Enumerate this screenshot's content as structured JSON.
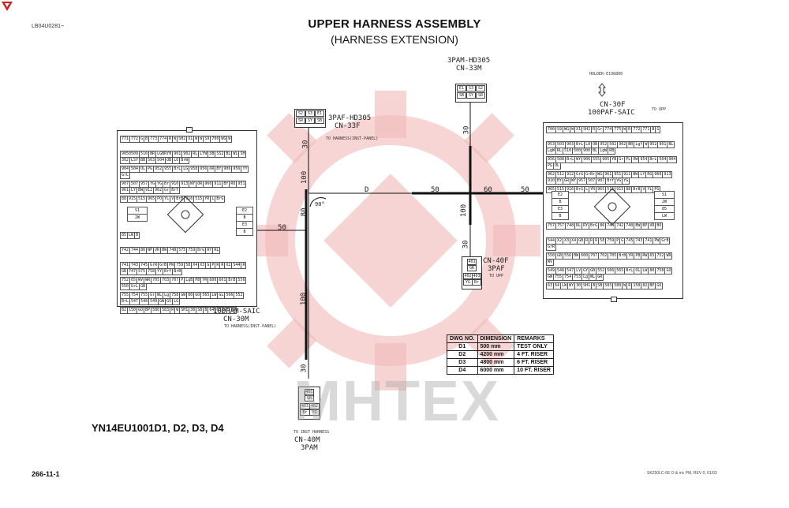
{
  "header": {
    "code": "LB04U0281~",
    "title": "UPPER HARNESS ASSEMBLY",
    "subtitle": "(HARNESS EXTENSION)"
  },
  "connectors": {
    "cn33m": {
      "name": "3PAM-HD305",
      "code": "CN-33M",
      "pins": [
        "E1",
        "S3",
        "S2",
        "SB",
        "SY",
        "SR"
      ]
    },
    "cn33f": {
      "name": "3PAF-HD305",
      "code": "CN-33F",
      "pins": [
        "S2",
        "S3",
        "E1",
        "SR",
        "SY",
        "SB"
      ],
      "note": "TO HARNESS(INST-PANEL)"
    },
    "cn30m": {
      "name": "100PAM-SAIC",
      "code": "CN-30M",
      "note": "TO HARNESS(INST-PANEL)"
    },
    "cn30f": {
      "holder": "HOLDER-E196800",
      "code": "CN-30F",
      "name": "100PAF-SAIC",
      "note": "TO UPP"
    },
    "cn40f": {
      "code": "CN-40F",
      "name": "3PAF",
      "note": "TO UPP",
      "pins": [
        "401",
        "GR",
        "402",
        "403",
        "YG",
        "Br"
      ]
    },
    "cn40m": {
      "note": "TO INST HARNESS",
      "code": "CN-40M",
      "name": "3PAM",
      "pins": [
        "401",
        "GR",
        "403",
        "402",
        "Br",
        "YG"
      ]
    }
  },
  "dimensions": {
    "d30_top": "30",
    "d30_left": "30",
    "d100_left": "100",
    "d_label_D": "D",
    "d50_mid": "50",
    "d60": "60",
    "d50_right": "50",
    "d100_right": "100",
    "d30_lower": "30",
    "d80": "80",
    "d90": "90°",
    "d50_left": "50",
    "d100_bottom": "100",
    "d30_bottom": "30"
  },
  "dwg_table": {
    "headers": [
      "DWG NO.",
      "DIMENSION",
      "REMARKS"
    ],
    "rows": [
      [
        "D1",
        "500 mm",
        "TEST ONLY"
      ],
      [
        "D2",
        "4200 mm",
        "4 FT. RISER"
      ],
      [
        "D3",
        "4800 mm",
        "6 FT. RISER"
      ],
      [
        "D4",
        "6000 mm",
        "10 FT. RISER"
      ]
    ]
  },
  "left_block": {
    "top_center": [
      "S1",
      "2W"
    ],
    "side_center": [
      "E2",
      "B",
      "E3",
      "B"
    ],
    "rows": [
      [
        "771",
        "772",
        "G",
        "B",
        "773",
        "774",
        "R",
        "W",
        "SH2",
        "X1",
        "W",
        "W",
        "S9",
        "700",
        "WG",
        "W"
      ],
      [
        "9050509",
        "510",
        "BR",
        "LGBRYB",
        "901",
        "902",
        "RL",
        "LYW",
        "SB",
        "SS2",
        "BL",
        "WL",
        "SH",
        "302",
        "LSY",
        "BB",
        "503",
        "504",
        "OB",
        "LO",
        "BrW"
      ],
      [
        "904",
        "504",
        "OL",
        "PG",
        "952",
        "955",
        "BrL",
        "LG",
        "958",
        "956",
        "OR",
        "BY",
        "906",
        "956",
        "YY",
        "GrL"
      ],
      [
        "907",
        "507",
        "957",
        "YG",
        "YG",
        "Br",
        "910",
        "913",
        "WY",
        "OR",
        "960",
        "911",
        "BY",
        "RO",
        "951",
        "961",
        "LY",
        "BW",
        "912",
        "962",
        "Gr",
        "BrY"
      ],
      [
        "88",
        "915",
        "515",
        "965",
        "PO",
        "YL",
        "V",
        "BrB",
        "916",
        "515",
        "YR",
        "L",
        "BrG"
      ],
      [
        "85",
        "LW",
        "B"
      ],
      [
        "742",
        "744",
        "86",
        "WP",
        "VR",
        "BW",
        "748",
        "575",
        "759",
        "BrG",
        "RY",
        "RL"
      ],
      [
        "741",
        "743",
        "745",
        "GrR",
        "GrB",
        "PW",
        "759",
        "58",
        "X4",
        "X3",
        "G",
        "P",
        "R",
        "R",
        "X2",
        "S44",
        "R",
        "GB",
        "747",
        "575",
        "758",
        "YY",
        "BrY",
        "BrB"
      ],
      [
        "752",
        "65",
        "WV",
        "WR",
        "705",
        "703",
        "707",
        "P",
        "LgB",
        "PB",
        "YR",
        "600",
        "601",
        "BrB",
        "556",
        "550",
        "GrL",
        "GB"
      ],
      [
        "755",
        "754",
        "755",
        "Gr",
        "WL",
        "Lg",
        "758",
        "GW",
        "80",
        "GO",
        "565",
        "LW",
        "GL",
        "566",
        "552",
        "BrL",
        "547",
        "548",
        "549",
        "GW",
        "GV",
        "LG"
      ],
      [
        "82",
        "150",
        "GO",
        "BP",
        "580",
        "583",
        "R",
        "W",
        "SH1",
        "30",
        "SB",
        "B",
        "64",
        "63",
        "WY",
        "LW"
      ]
    ]
  },
  "right_block": {
    "side_center": [
      "S1",
      "2W",
      "85",
      "LW"
    ],
    "left_center": [
      "E2",
      "B",
      "E3",
      "B"
    ],
    "rows": [
      [
        "700",
        "S9",
        "WG",
        "W",
        "X1",
        "SH2",
        "R",
        "Gr",
        "774",
        "775",
        "W",
        "R",
        "772",
        "771",
        "B",
        "G"
      ],
      [
        "953",
        "503",
        "903",
        "BrL",
        "LO",
        "OB",
        "952",
        "502",
        "902",
        "BR",
        "LgY",
        "W",
        "952",
        "901",
        "BL",
        "LgW",
        "RL",
        "510",
        "500",
        "900",
        "BL",
        "LgW",
        "RB"
      ],
      [
        "956",
        "508",
        "BrL",
        "WY",
        "906",
        "555",
        "905",
        "YB",
        "Gr",
        "PL",
        "OW",
        "954",
        "BrL",
        "504",
        "904",
        "PG",
        "OL"
      ],
      [
        "962",
        "512",
        "912",
        "GrG",
        "GrBr",
        "WG",
        "961",
        "951",
        "911",
        "BW",
        "LY",
        "RG",
        "960",
        "913",
        "910",
        "BY",
        "GR",
        "WY",
        "957",
        "507",
        "907",
        "BrY",
        "VG",
        "YG"
      ],
      [
        "965",
        "515",
        "916",
        "BrG",
        "L",
        "YR",
        "965",
        "515",
        "915",
        "88",
        "BrB",
        "V",
        "YL",
        "PG"
      ],
      [
        "757",
        "757",
        "748",
        "RL",
        "RY",
        "BrG",
        "86",
        "744",
        "742",
        "740",
        "BW",
        "BP",
        "VR",
        "BO"
      ],
      [
        "544",
        "X2",
        "X3",
        "X4",
        "GB",
        "R",
        "R",
        "R",
        "58",
        "759",
        "P",
        "G",
        "745",
        "743",
        "741",
        "PW",
        "GrB",
        "GrR"
      ],
      [
        "550",
        "GB",
        "556",
        "BW",
        "600",
        "707",
        "702",
        "705",
        "BrB",
        "YR",
        "PB",
        "RW",
        "65",
        "752",
        "WR",
        "WV"
      ],
      [
        "549",
        "548",
        "547",
        "LV",
        "GY",
        "GB",
        "552",
        "566",
        "565",
        "BrL",
        "OL",
        "LW",
        "80",
        "758",
        "GO",
        "GW",
        "755",
        "754",
        "753",
        "Lg",
        "WL",
        "GR"
      ],
      [
        "63",
        "64",
        "LW",
        "WY",
        "30",
        "SH1",
        "B",
        "SB",
        "583",
        "580",
        "W",
        "R",
        "150",
        "82",
        "BP",
        "GO"
      ]
    ]
  },
  "watermark": "MHTEX",
  "model": "YN14EU1001D1, D2, D3, D4",
  "page_no": "266-11-1",
  "footer_ref": "SK250LC-6E O & mc PM, REV 0, 01/03",
  "colors": {
    "line": "#111111",
    "watermark_red": "#e8a0a0",
    "badge_red": "#d0202a"
  }
}
